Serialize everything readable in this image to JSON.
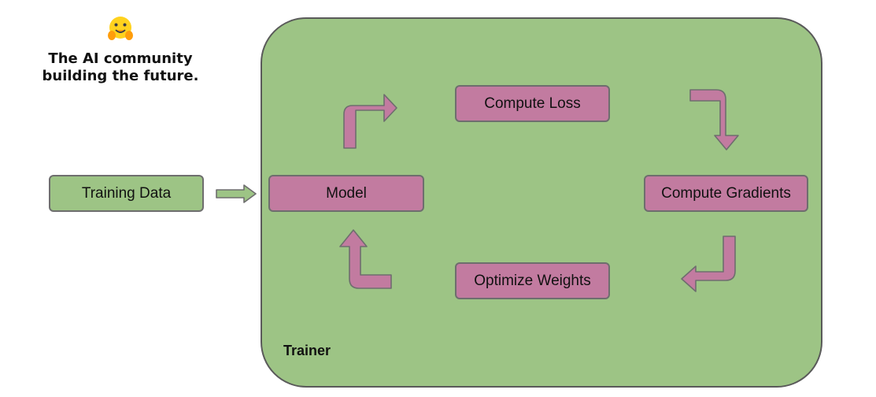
{
  "header": {
    "logo_icon": "hugging-face-emoji-icon",
    "tagline_line1": "The AI community",
    "tagline_line2": "building the future."
  },
  "diagram": {
    "input_label": "Training Data",
    "container_label": "Trainer",
    "nodes": {
      "model": "Model",
      "compute_loss": "Compute Loss",
      "compute_gradients": "Compute Gradients",
      "optimize_weights": "Optimize Weights"
    }
  },
  "colors": {
    "container_fill": "#9dc485",
    "node_fill": "#c27ba0",
    "input_fill": "#9dc485",
    "border": "#6e6e6e"
  }
}
